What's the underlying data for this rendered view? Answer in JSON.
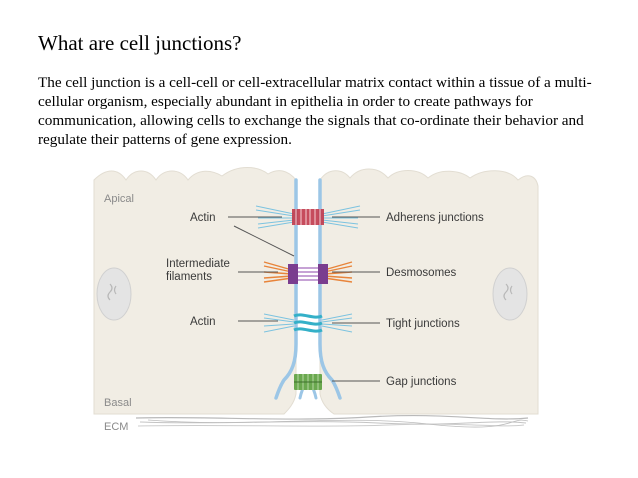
{
  "slide": {
    "title": "What are cell junctions?",
    "body": "The cell junction is a cell-cell or cell-extracellular matrix contact within a tissue of a multi-cellular organism, especially abundant in epithelia in order to create pathways for communication, allowing cells to exchange the signals that co-ordinate their behavior and regulate their patterns of gene expression."
  },
  "diagram": {
    "labels": {
      "apical": "Apical",
      "basal": "Basal",
      "ecm": "ECM",
      "actin_top": "Actin",
      "intermediate_line1": "Intermediate",
      "intermediate_line2": "filaments",
      "actin_bottom": "Actin",
      "adherens": "Adherens junctions",
      "desmosomes": "Desmosomes",
      "tight": "Tight junctions",
      "gap": "Gap junctions"
    },
    "colors": {
      "cell_fill": "#f1ede4",
      "membrane": "#9cc6e6",
      "adherens": "#c0394b",
      "desmosome_core": "#7a3d8f",
      "desmosome_filaments": "#e8843a",
      "tight": "#34b0c8",
      "gap": "#6aa84f",
      "nucleus": "#e6e6e6"
    }
  }
}
